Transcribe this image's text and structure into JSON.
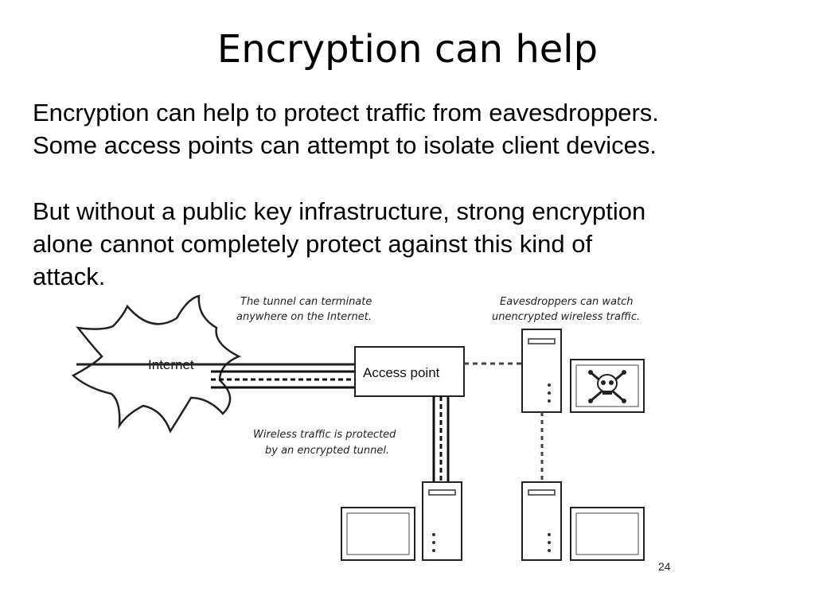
{
  "slide": {
    "title": "Encryption can help",
    "paragraph1": [
      "Encryption can help to protect traffic from eavesdroppers.",
      "Some access points can attempt to isolate client devices."
    ],
    "paragraph2": [
      "But without a public key infrastructure, strong encryption",
      "alone cannot completely protect against this kind of",
      "attack."
    ],
    "page_number": "24"
  },
  "diagram": {
    "internet_label": "Internet",
    "access_point_label": "Access point",
    "annotations": {
      "tunnel_terminate": [
        "The tunnel can terminate",
        "anywhere on the Internet."
      ],
      "eavesdroppers": [
        "Eavesdroppers can watch",
        "unencrypted wireless traffic."
      ],
      "wireless_protected": [
        "Wireless traffic is protected",
        "by an encrypted tunnel."
      ]
    }
  }
}
